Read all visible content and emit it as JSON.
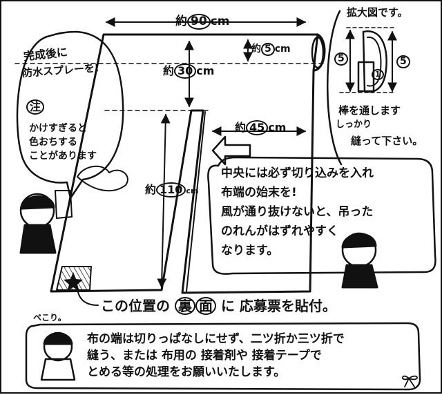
{
  "dims": {
    "width": {
      "prefix": "約",
      "value": "90",
      "unit": "cm"
    },
    "top_band": {
      "prefix": "約",
      "value": "5",
      "unit": "cm"
    },
    "slit_top": {
      "prefix": "約",
      "value": "30",
      "unit": "cm"
    },
    "right_panel": {
      "prefix": "約",
      "value": "45",
      "unit": "cm"
    },
    "height": {
      "prefix": "約",
      "value": "110",
      "unit": "cm"
    }
  },
  "zoom": {
    "title": "拡大図です。",
    "left_dim": "5",
    "right_dim": "5",
    "inner_dim": "1",
    "note_lines": [
      "棒を通します",
      "しっかり",
      "縫って下さい。"
    ]
  },
  "left_bubble": {
    "line1": "完成後に",
    "line2": "防水スプレーを!",
    "note_mark": "注",
    "note_lines": [
      "かけすぎると",
      "色おちする",
      "ことがあります"
    ]
  },
  "center_note": {
    "lines": [
      "中央には必ず切り込みを入れ",
      "布端の始末を!",
      "風が通り抜けないと、吊った",
      "のれんがはずれやすく",
      "なります。"
    ]
  },
  "label_line": {
    "before": "この位置の",
    "circ1": "裏",
    "circ2": "面",
    "after": "に 応募票を貼付。"
  },
  "bottom_box": {
    "corner_label": "ペこり。",
    "lines": [
      "布の端は切りっぱなしにせず、二ツ折か三ツ折で",
      "縫う、または 布用の 接着剤や 接着テープで",
      "とめる等の処理をお願いいたします。"
    ]
  },
  "colors": {
    "ink": "#111111",
    "background": "#ffffff"
  }
}
